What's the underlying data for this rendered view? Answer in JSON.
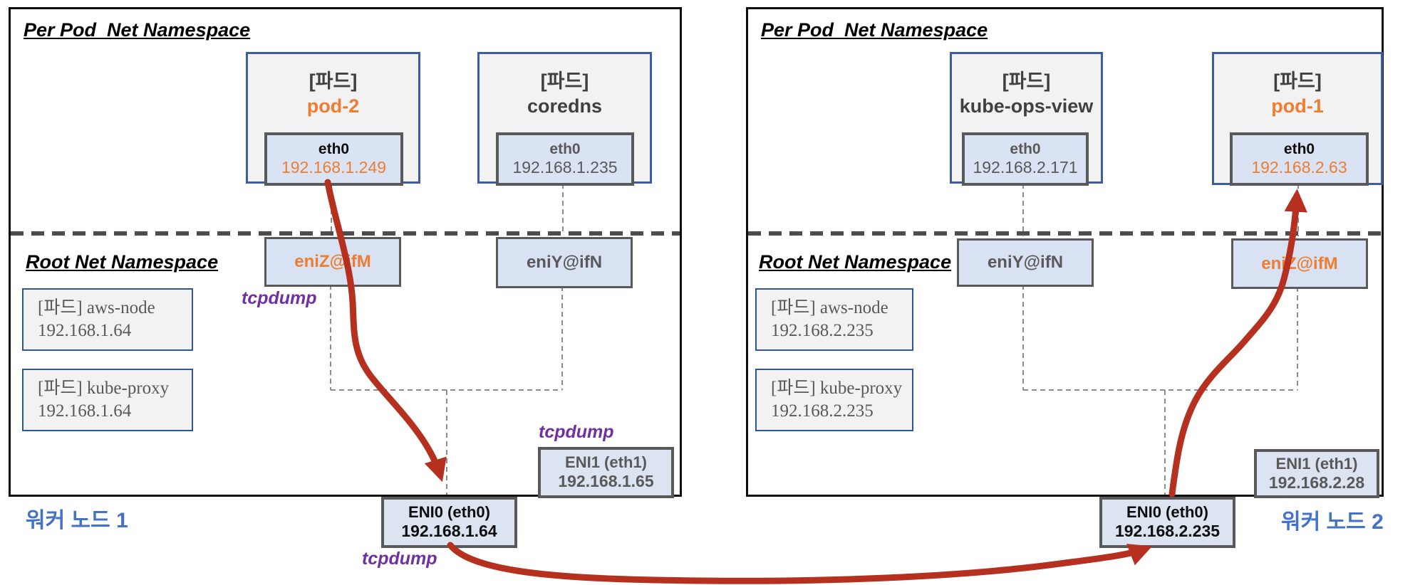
{
  "colors": {
    "flow_red": "#B5301F",
    "highlight_orange": "#ED7D31",
    "tcpdump_purple": "#7030A0",
    "worker_blue": "#4472C4"
  },
  "nodes": [
    {
      "worker_label": "워커 노드 1",
      "per_pod_title": "Per Pod  Net Namespace",
      "root_title": "Root Net Namespace",
      "pods": [
        {
          "tag": "[파드]",
          "name": "pod-2",
          "iface": "eth0",
          "ip": "192.168.1.249"
        },
        {
          "tag": "[파드]",
          "name": "coredns",
          "iface": "eth0",
          "ip": "192.168.1.235"
        }
      ],
      "veths": [
        {
          "label": "eniZ@ifM"
        },
        {
          "label": "eniY@ifN"
        }
      ],
      "system_pods": [
        {
          "name": "[파드] aws-node",
          "ip": "192.168.1.64"
        },
        {
          "name": "[파드] kube-proxy",
          "ip": "192.168.1.64"
        }
      ],
      "eni0_label": "ENI0 (eth0)",
      "eni0_ip": "192.168.1.64",
      "eni1_label": "ENI1 (eth1)",
      "eni1_ip": "192.168.1.65",
      "tcpdump_labels": [
        "tcpdump",
        "tcpdump",
        "tcpdump"
      ]
    },
    {
      "worker_label": "워커 노드 2",
      "per_pod_title": "Per Pod  Net Namespace",
      "root_title": "Root Net Namespace",
      "pods": [
        {
          "tag": "[파드]",
          "name": "kube-ops-view",
          "iface": "eth0",
          "ip": "192.168.2.171"
        },
        {
          "tag": "[파드]",
          "name": "pod-1",
          "iface": "eth0",
          "ip": "192.168.2.63"
        }
      ],
      "veths": [
        {
          "label": "eniY@ifN"
        },
        {
          "label": "eniZ@ifM"
        }
      ],
      "system_pods": [
        {
          "name": "[파드] aws-node",
          "ip": "192.168.2.235"
        },
        {
          "name": "[파드] kube-proxy",
          "ip": "192.168.2.235"
        }
      ],
      "eni0_label": "ENI0 (eth0)",
      "eni0_ip": "192.168.2.235",
      "eni1_label": "ENI1 (eth1)",
      "eni1_ip": "192.168.2.28"
    }
  ]
}
